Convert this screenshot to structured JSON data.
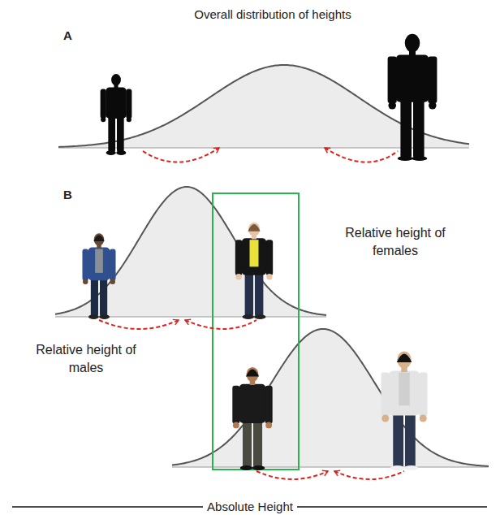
{
  "diagram": {
    "labels": [
      "Overall distribution of heights",
      "A",
      "B",
      "Relative height of females",
      "Relative height of males",
      "Absolute Height"
    ]
  }
}
